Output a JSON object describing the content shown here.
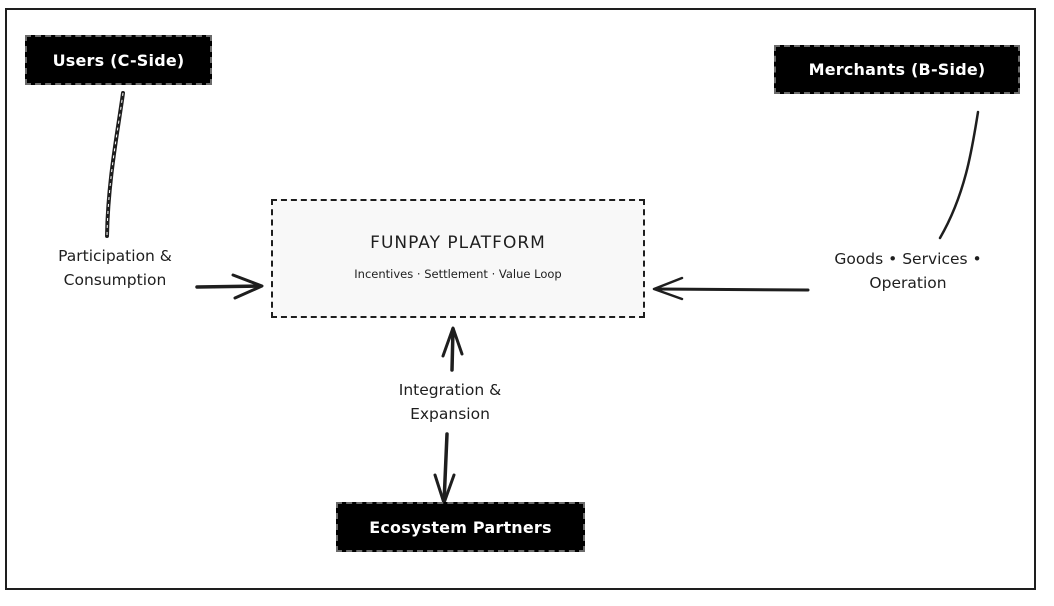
{
  "diagram": {
    "nodes": {
      "users": {
        "label": "Users (C-Side)"
      },
      "merchants": {
        "label": "Merchants (B-Side)"
      },
      "partners": {
        "label": "Ecosystem Partners"
      },
      "platform": {
        "title": "FUNPAY PLATFORM",
        "subtitle": "Incentives · Settlement · Value Loop"
      }
    },
    "edges": {
      "users_to_platform": {
        "line1": "Participation &",
        "line2": "Consumption"
      },
      "merchants_to_platform": {
        "line1": "Goods • Services •",
        "line2": "Operation"
      },
      "partners_platform": {
        "line1": "Integration &",
        "line2": "Expansion"
      }
    },
    "colors": {
      "stroke": "#1e1e1e",
      "node_fill": "#000000",
      "node_text": "#ffffff",
      "platform_fill": "#f8f8f8"
    }
  }
}
